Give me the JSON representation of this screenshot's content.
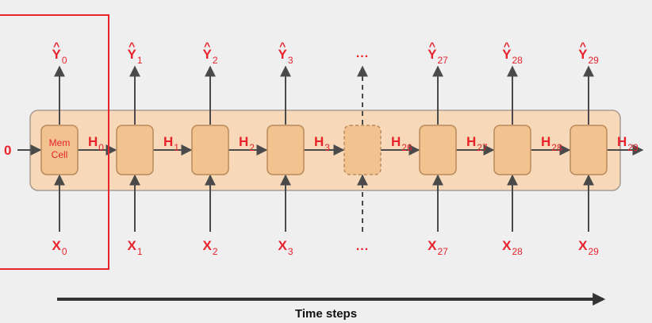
{
  "diagram": {
    "initial_state": "0",
    "cell_text": [
      "Mem",
      "Cell"
    ],
    "steps": [
      {
        "x": "X",
        "x_sub": "0",
        "y": "Y",
        "y_sub": "0",
        "h": "H",
        "h_sub": "0",
        "kind": "cell"
      },
      {
        "x": "X",
        "x_sub": "1",
        "y": "Y",
        "y_sub": "1",
        "h": "H",
        "h_sub": "1",
        "kind": "cell"
      },
      {
        "x": "X",
        "x_sub": "2",
        "y": "Y",
        "y_sub": "2",
        "h": "H",
        "h_sub": "2",
        "kind": "cell"
      },
      {
        "x": "X",
        "x_sub": "3",
        "y": "Y",
        "y_sub": "3",
        "h": "H",
        "h_sub": "3",
        "kind": "cell"
      },
      {
        "x": "...",
        "x_sub": "",
        "y": "...",
        "y_sub": "",
        "h": "H",
        "h_sub": "26",
        "kind": "ellipsis"
      },
      {
        "x": "X",
        "x_sub": "27",
        "y": "Y",
        "y_sub": "27",
        "h": "H",
        "h_sub": "27",
        "kind": "cell"
      },
      {
        "x": "X",
        "x_sub": "28",
        "y": "Y",
        "y_sub": "28",
        "h": "H",
        "h_sub": "28",
        "kind": "cell"
      },
      {
        "x": "X",
        "x_sub": "29",
        "y": "Y",
        "y_sub": "29",
        "h": "H",
        "h_sub": "29",
        "kind": "cell"
      }
    ],
    "axis_label": "Time steps",
    "colors": {
      "label": "#e8232c",
      "arrow": "#4a4a4a",
      "band_fill": "#f7d9b9",
      "band_stroke": "#a89c92",
      "cell_fill": "#f2c28f",
      "cell_stroke": "#b98a5c",
      "highlight_box": "#e8232c",
      "axis_arrow": "#333333"
    }
  }
}
